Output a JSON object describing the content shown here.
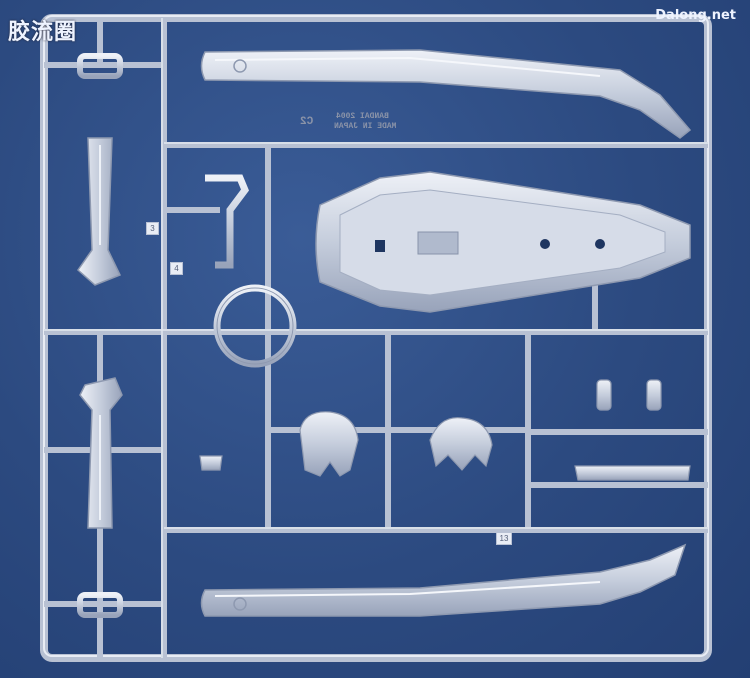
{
  "watermark": {
    "left_text": "胶流圈",
    "right_text": "Dalong.net"
  },
  "runner_stamp": {
    "line1": "BANDAI 2004",
    "line2": "MADE IN JAPAN",
    "part_code": "C2"
  },
  "gate_numbers": {
    "n3": "3",
    "n4": "4",
    "n13": "13"
  },
  "colors": {
    "background": "#2d4d86",
    "plastic": "#c9d0df",
    "plastic_edge": "#9aa4ba"
  }
}
